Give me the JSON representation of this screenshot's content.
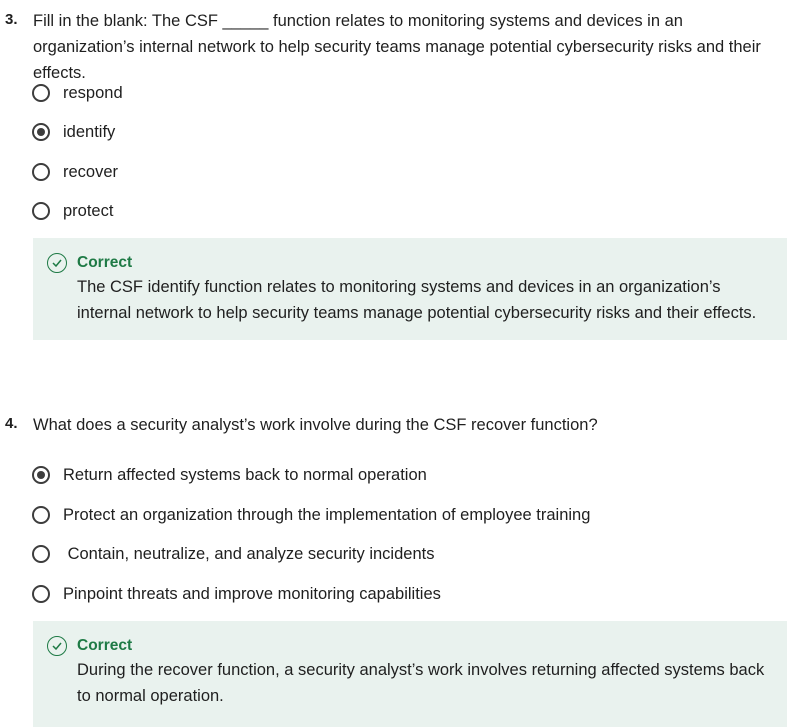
{
  "questions": [
    {
      "number": "3.",
      "text": "Fill in the blank: The CSF _____ function relates to monitoring systems and devices in an organization’s internal network to help security teams manage potential cybersecurity risks and their effects.",
      "options": [
        {
          "label": "respond",
          "selected": false
        },
        {
          "label": "identify",
          "selected": true
        },
        {
          "label": "recover",
          "selected": false
        },
        {
          "label": "protect",
          "selected": false
        }
      ],
      "feedback": {
        "status": "Correct",
        "explanation": "The CSF identify function relates to monitoring systems and devices in an organization’s internal network to help security teams manage potential cybersecurity risks and their effects."
      }
    },
    {
      "number": "4.",
      "text": "What does a security analyst’s work involve during the CSF recover function?",
      "options": [
        {
          "label": "Return affected systems back to normal operation",
          "selected": true
        },
        {
          "label": "Protect an organization through the implementation of employee training",
          "selected": false
        },
        {
          "label": " Contain, neutralize, and analyze security incidents",
          "selected": false
        },
        {
          "label": "Pinpoint threats and improve monitoring capabilities",
          "selected": false
        }
      ],
      "feedback": {
        "status": "Correct",
        "explanation": "During the recover function, a security analyst’s work involves returning affected systems back to normal operation."
      }
    }
  ],
  "colors": {
    "correct_green": "#1e7a45",
    "feedback_bg": "#e9f2ee"
  },
  "icons": {
    "feedback_status": "check-circle-icon",
    "option_control": "radio-button-icon"
  }
}
